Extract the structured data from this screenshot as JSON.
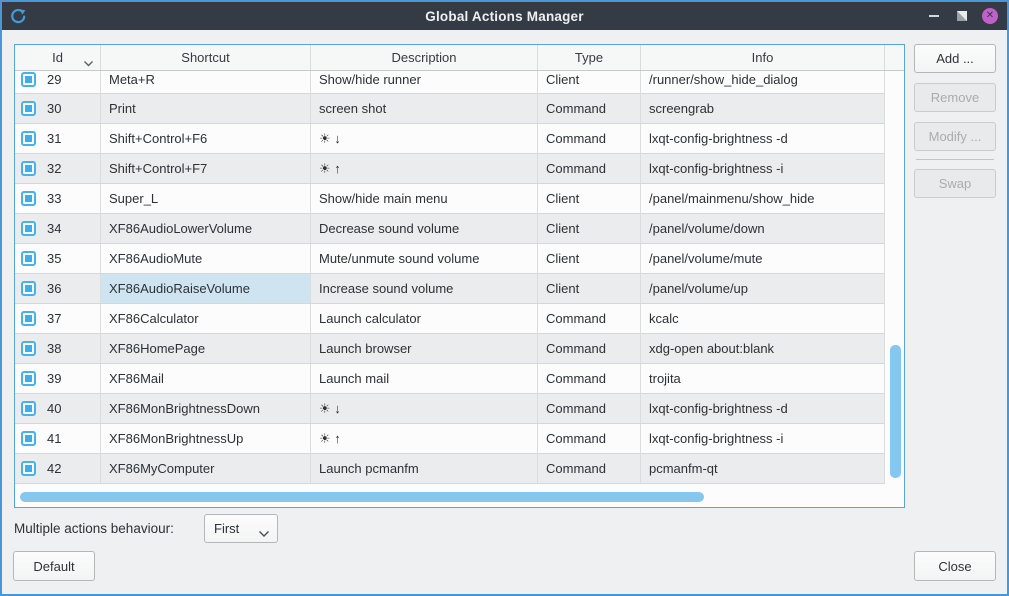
{
  "window": {
    "title": "Global Actions Manager"
  },
  "icons": {
    "close_glyph": "✕",
    "app": "circular-arrow",
    "sort_indicator": "chevron-down",
    "combo_chevron": "chevron-down"
  },
  "table": {
    "columns": [
      "Id",
      "Shortcut",
      "Description",
      "Type",
      "Info"
    ],
    "rows": [
      {
        "id": "29",
        "checked": true,
        "shortcut": "Meta+R",
        "description": "Show/hide runner",
        "type": "Client",
        "info": "/runner/show_hide_dialog"
      },
      {
        "id": "30",
        "checked": true,
        "shortcut": "Print",
        "description": "screen shot",
        "type": "Command",
        "info": "screengrab"
      },
      {
        "id": "31",
        "checked": true,
        "shortcut": "Shift+Control+F6",
        "description": "☀ ↓",
        "type": "Command",
        "info": "lxqt-config-brightness -d"
      },
      {
        "id": "32",
        "checked": true,
        "shortcut": "Shift+Control+F7",
        "description": "☀ ↑",
        "type": "Command",
        "info": "lxqt-config-brightness -i"
      },
      {
        "id": "33",
        "checked": true,
        "shortcut": "Super_L",
        "description": "Show/hide main menu",
        "type": "Client",
        "info": "/panel/mainmenu/show_hide"
      },
      {
        "id": "34",
        "checked": true,
        "shortcut": "XF86AudioLowerVolume",
        "description": "Decrease sound volume",
        "type": "Client",
        "info": "/panel/volume/down"
      },
      {
        "id": "35",
        "checked": true,
        "shortcut": "XF86AudioMute",
        "description": "Mute/unmute sound volume",
        "type": "Client",
        "info": "/panel/volume/mute"
      },
      {
        "id": "36",
        "checked": true,
        "shortcut": "XF86AudioRaiseVolume",
        "description": "Increase sound volume",
        "type": "Client",
        "info": "/panel/volume/up",
        "selected": "shortcut"
      },
      {
        "id": "37",
        "checked": true,
        "shortcut": "XF86Calculator",
        "description": "Launch calculator",
        "type": "Command",
        "info": "kcalc"
      },
      {
        "id": "38",
        "checked": true,
        "shortcut": "XF86HomePage",
        "description": "Launch browser",
        "type": "Command",
        "info": "xdg-open about:blank"
      },
      {
        "id": "39",
        "checked": true,
        "shortcut": "XF86Mail",
        "description": "Launch mail",
        "type": "Command",
        "info": "trojita"
      },
      {
        "id": "40",
        "checked": true,
        "shortcut": "XF86MonBrightnessDown",
        "description": "☀ ↓",
        "type": "Command",
        "info": "lxqt-config-brightness -d"
      },
      {
        "id": "41",
        "checked": true,
        "shortcut": "XF86MonBrightnessUp",
        "description": "☀ ↑",
        "type": "Command",
        "info": "lxqt-config-brightness -i"
      },
      {
        "id": "42",
        "checked": true,
        "shortcut": "XF86MyComputer",
        "description": "Launch pcmanfm",
        "type": "Command",
        "info": "pcmanfm-qt"
      }
    ]
  },
  "side_panel": {
    "add": "Add ...",
    "remove": "Remove",
    "modify": "Modify ...",
    "swap": "Swap"
  },
  "footer": {
    "behaviour_label": "Multiple actions behaviour:",
    "behaviour_value": "First",
    "default_label": "Default",
    "close_label": "Close"
  },
  "colors": {
    "window_border": "#4a97d7",
    "titlebar": "#353b44",
    "accent_checkbox": "#41ace6",
    "scrollbar_thumb": "#85c7ee",
    "selected_cell": "#cfe4f1",
    "close_button": "#c061cb"
  }
}
